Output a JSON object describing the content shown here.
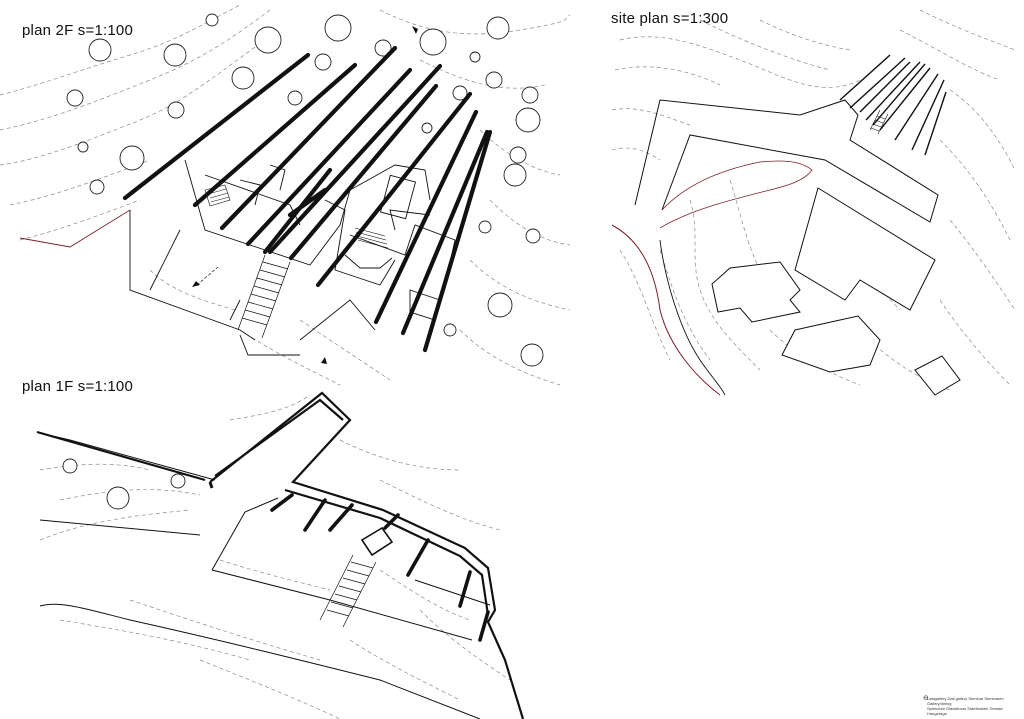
{
  "titles": {
    "plan_2f": "plan  2F  s=1:100",
    "site_plan": "site plan  s=1:300",
    "plan_1f": "plan  1F  s=1:100"
  },
  "legend": {
    "lines": [
      "Lastgallery  Dali gallery  Seminar  Seminaren  Gallery/dining",
      "Splendum  Glassfloors  Stairflanken  Terrase  Hangerage"
    ]
  },
  "colors": {
    "ink": "#111111",
    "contour": "#8a8a8a",
    "site_boundary": "#7a1f2b",
    "background": "#ffffff"
  }
}
